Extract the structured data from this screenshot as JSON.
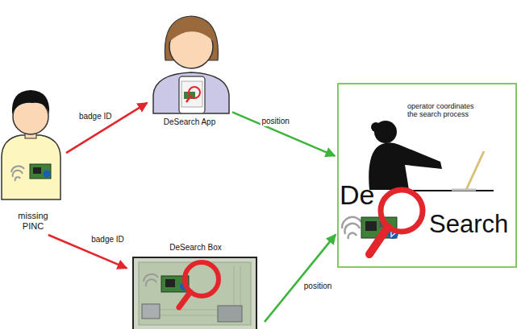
{
  "diagram": {
    "nodes": [
      {
        "text": [
          "missing PINC"
        ]
      },
      {
        "text": [
          "DeSearch App"
        ]
      },
      {
        "text": [
          "DeSearch Box"
        ]
      },
      {
        "text": [
          "operator coordinates the search process",
          "De",
          "Search"
        ]
      }
    ],
    "edges": [
      {
        "from": 0,
        "to": 1,
        "label": "badge ID",
        "arrow": "to"
      },
      {
        "from": 0,
        "to": 2,
        "label": "badge ID",
        "arrow": "to"
      },
      {
        "from": 1,
        "to": 3,
        "label": "position",
        "arrow": "to"
      },
      {
        "from": 2,
        "to": 3,
        "label": "position",
        "arrow": "to"
      }
    ]
  }
}
